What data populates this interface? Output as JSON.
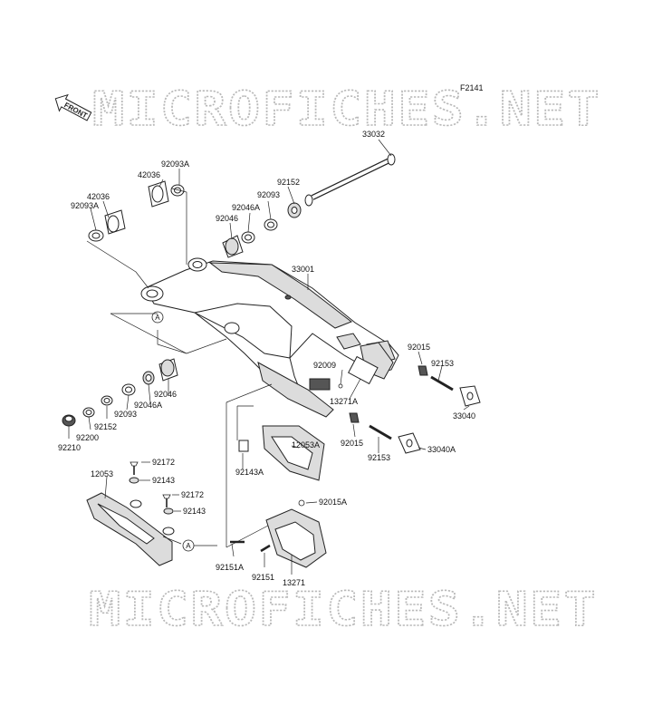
{
  "figure_code": "F2141",
  "watermark": "MICROFICHES.NET",
  "front_label": "FRONT",
  "reference_marker": "A",
  "parts": [
    {
      "id": "p33032",
      "label": "33032"
    },
    {
      "id": "p92093a_t",
      "label": "92093A"
    },
    {
      "id": "p42036_t",
      "label": "42036"
    },
    {
      "id": "p42036_l",
      "label": "42036"
    },
    {
      "id": "p92093a_l",
      "label": "92093A"
    },
    {
      "id": "p92152_t",
      "label": "92152"
    },
    {
      "id": "p92093_t",
      "label": "92093"
    },
    {
      "id": "p92046a_t",
      "label": "92046A"
    },
    {
      "id": "p92046_t",
      "label": "92046"
    },
    {
      "id": "p33001",
      "label": "33001"
    },
    {
      "id": "p92015_r",
      "label": "92015"
    },
    {
      "id": "p92153_r",
      "label": "92153"
    },
    {
      "id": "p92009",
      "label": "92009"
    },
    {
      "id": "p13271a",
      "label": "13271A"
    },
    {
      "id": "p33040",
      "label": "33040"
    },
    {
      "id": "p92046_b",
      "label": "92046"
    },
    {
      "id": "p92046a_b",
      "label": "92046A"
    },
    {
      "id": "p92093_b",
      "label": "92093"
    },
    {
      "id": "p92152_b",
      "label": "92152"
    },
    {
      "id": "p92200",
      "label": "92200"
    },
    {
      "id": "p92210",
      "label": "92210"
    },
    {
      "id": "p92015_m",
      "label": "92015"
    },
    {
      "id": "p92153_m",
      "label": "92153"
    },
    {
      "id": "p33040a",
      "label": "33040A"
    },
    {
      "id": "p12053a",
      "label": "12053A"
    },
    {
      "id": "p92143a",
      "label": "92143A"
    },
    {
      "id": "p92172_1",
      "label": "92172"
    },
    {
      "id": "p12053",
      "label": "12053"
    },
    {
      "id": "p92143_1",
      "label": "92143"
    },
    {
      "id": "p92172_2",
      "label": "92172"
    },
    {
      "id": "p92143_2",
      "label": "92143"
    },
    {
      "id": "p92015a",
      "label": "92015A"
    },
    {
      "id": "p92151a",
      "label": "92151A"
    },
    {
      "id": "p92151",
      "label": "92151"
    },
    {
      "id": "p13271",
      "label": "13271"
    }
  ]
}
